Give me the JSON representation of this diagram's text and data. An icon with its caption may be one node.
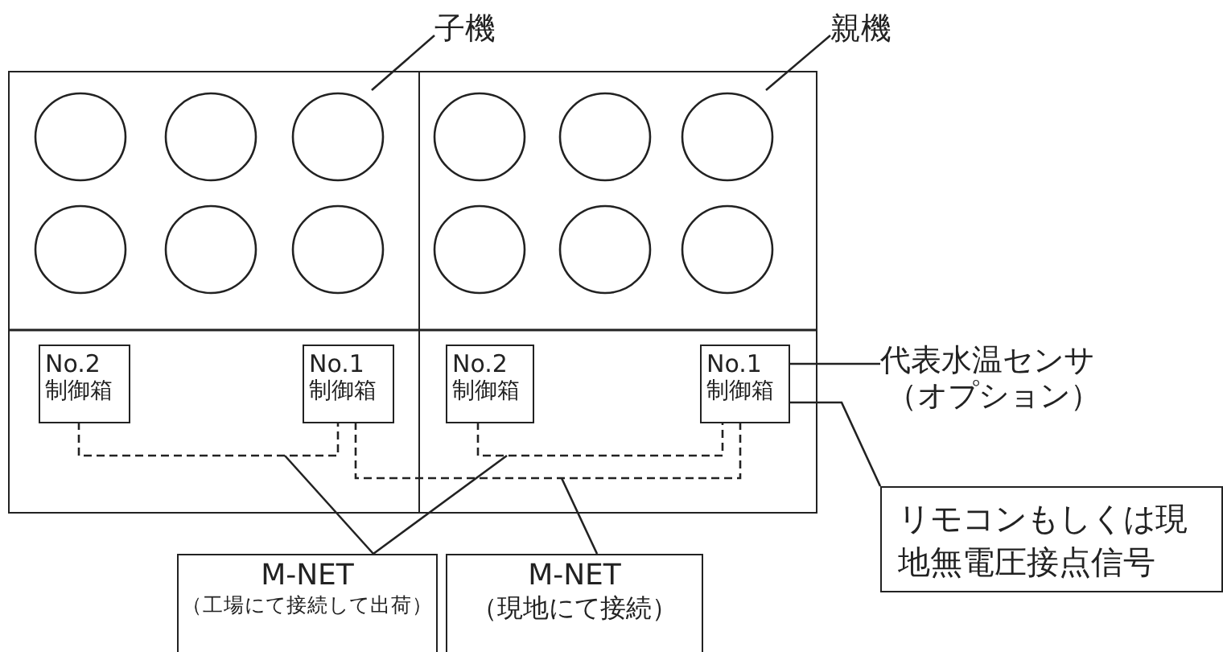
{
  "diagram": {
    "nodes": [
      {
        "text": [
          "子機"
        ]
      },
      {
        "text": [
          "親機"
        ]
      },
      {
        "text": [],
        "shape": "box"
      },
      {
        "text": [],
        "shape": "box"
      },
      {
        "text": [
          "No.2",
          "制御箱"
        ],
        "in": 2
      },
      {
        "text": [
          "No.1",
          "制御箱"
        ],
        "in": 2
      },
      {
        "text": [
          "No.2",
          "制御箱"
        ],
        "in": 3
      },
      {
        "text": [
          "No.1",
          "制御箱"
        ],
        "in": 3
      },
      {
        "text": [
          "代表水温センサ",
          "（オプション）"
        ]
      },
      {
        "text": [
          "リモコンもしくは現地無電圧接点信号"
        ]
      },
      {
        "text": [
          "M-NET",
          "（工場にて接続して出荷）"
        ]
      },
      {
        "text": [
          "M-NET",
          "（現地にて接続）"
        ]
      }
    ],
    "edges": [
      {
        "from": 0,
        "to": 2,
        "arrow": "none"
      },
      {
        "from": 1,
        "to": 3,
        "arrow": "none"
      },
      {
        "from": 4,
        "to": 5,
        "arrow": "none",
        "style": "dashed"
      },
      {
        "from": 6,
        "to": 7,
        "arrow": "none",
        "style": "dashed"
      },
      {
        "from": 5,
        "to": 7,
        "arrow": "none",
        "style": "dashed"
      },
      {
        "from": 10,
        "to": null,
        "arrow": "none"
      },
      {
        "from": 10,
        "to": null,
        "arrow": "none"
      },
      {
        "from": 11,
        "to": null,
        "arrow": "none"
      },
      {
        "from": 7,
        "to": 8,
        "arrow": "none"
      },
      {
        "from": 7,
        "to": 9,
        "arrow": "none"
      }
    ]
  }
}
